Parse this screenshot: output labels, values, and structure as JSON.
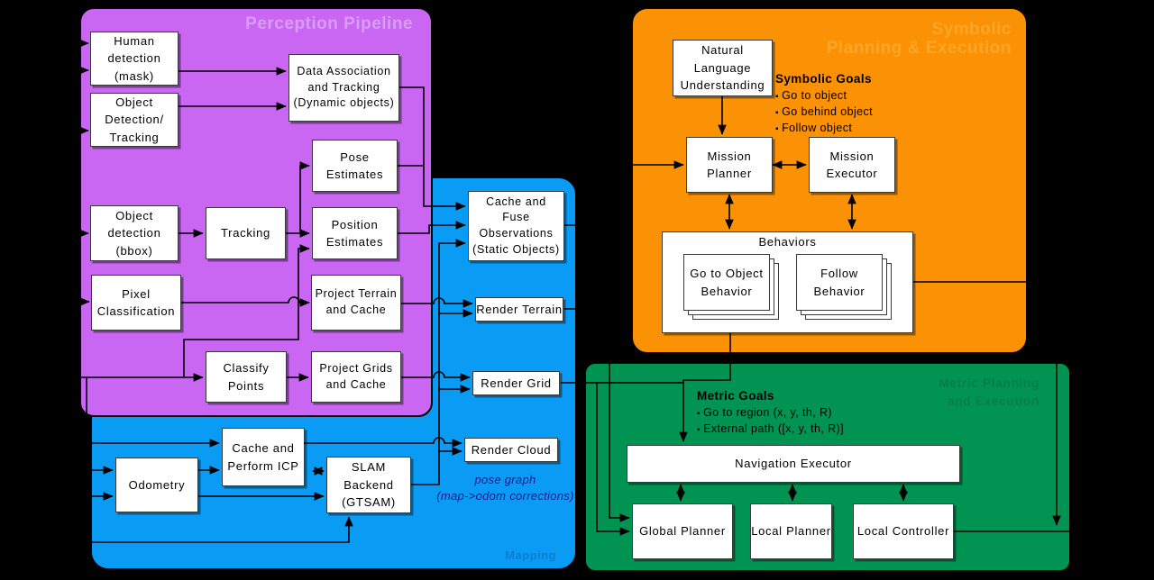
{
  "colors": {
    "background": "#000000",
    "perception_fill": "#c966f2",
    "perception_title": "#da9df7",
    "mapping_fill": "#0a9bf5",
    "mapping_title": "#0a7fd0",
    "symbolic_fill": "#fb9104",
    "symbolic_title": "#ffa627",
    "metric_fill": "#009352",
    "metric_title": "#057f45",
    "note_text": "#1b1b8e",
    "box_fill": "#ffffff",
    "line": "#000000"
  },
  "perception": {
    "title": "Perception Pipeline",
    "boxes": {
      "human_detection": "Human\ndetection\n(mask)",
      "object_detection_tracking": "Object\nDetection/\nTracking",
      "data_association": "Data Association\nand Tracking\n(Dynamic objects)",
      "pose_estimates": "Pose\nEstimates",
      "object_detection_bbox": "Object\ndetection\n(bbox)",
      "tracking": "Tracking",
      "position_estimates": "Position\nEstimates",
      "pixel_classification": "Pixel\nClassification",
      "project_terrain": "Project Terrain\nand Cache",
      "classify_points": "Classify\nPoints",
      "project_grids": "Project Grids\nand Cache"
    }
  },
  "mapping": {
    "title": "Mapping",
    "boxes": {
      "cache_fuse": "Cache and\nFuse\nObservations\n(Static Objects)",
      "render_terrain": "Render Terrain",
      "render_grid": "Render Grid",
      "render_cloud": "Render Cloud",
      "odometry": "Odometry",
      "cache_icp": "Cache and\nPerform ICP",
      "slam_backend": "SLAM\nBackend\n(GTSAM)"
    },
    "note": "pose graph\n(map->odom corrections)"
  },
  "symbolic": {
    "title": "Symbolic\nPlanning & Execution",
    "goals": {
      "heading": "Symbolic Goals",
      "items": [
        "Go to object",
        "Go behind object",
        "Follow object"
      ]
    },
    "boxes": {
      "nlu": "Natural\nLanguage\nUnderstanding",
      "mission_planner": "Mission\nPlanner",
      "mission_executor": "Mission\nExecutor"
    },
    "behaviors": {
      "label": "Behaviors",
      "cards": {
        "goto": "Go to Object\nBehavior",
        "follow": "Follow\nBehavior"
      }
    }
  },
  "metric": {
    "title": "Metric Planning\nand Execution",
    "goals": {
      "heading": "Metric Goals",
      "items": [
        "Go to region (x, y, th, R)",
        "External path ([x, y, th, R)]"
      ]
    },
    "boxes": {
      "navigation_executor": "Navigation Executor",
      "global_planner": "Global Planner",
      "local_planner": "Local Planner",
      "local_controller": "Local Controller"
    }
  }
}
